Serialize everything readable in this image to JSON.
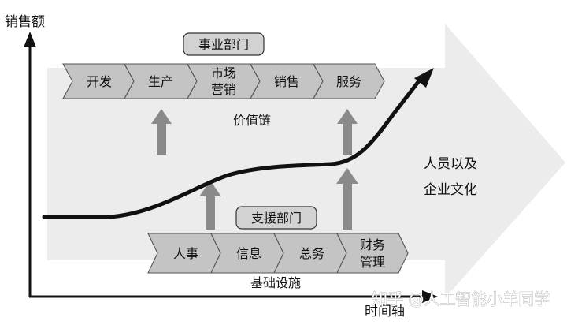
{
  "axes": {
    "y_label": "销售额",
    "x_label": "时间轴"
  },
  "business_dept": {
    "label": "事业部门",
    "steps": [
      {
        "lines": [
          "开发"
        ]
      },
      {
        "lines": [
          "生产"
        ]
      },
      {
        "lines": [
          "市场",
          "营销"
        ]
      },
      {
        "lines": [
          "销售"
        ]
      },
      {
        "lines": [
          "服务"
        ]
      }
    ],
    "caption": "价值链"
  },
  "support_dept": {
    "label": "支援部门",
    "steps": [
      {
        "lines": [
          "人事"
        ]
      },
      {
        "lines": [
          "信息"
        ]
      },
      {
        "lines": [
          "总务"
        ]
      },
      {
        "lines": [
          "财务",
          "管理"
        ]
      }
    ],
    "caption": "基础设施"
  },
  "culture": {
    "lines": [
      "人员以及",
      "企业文化"
    ]
  },
  "watermark": "知乎 @人工智能小羊同学",
  "colors": {
    "big_arrow": "#ececec",
    "chevron": "#c4c4c4",
    "label_box": "#d2d2d2",
    "up_arrow": "#8a8a8a",
    "curve": "#111111"
  }
}
